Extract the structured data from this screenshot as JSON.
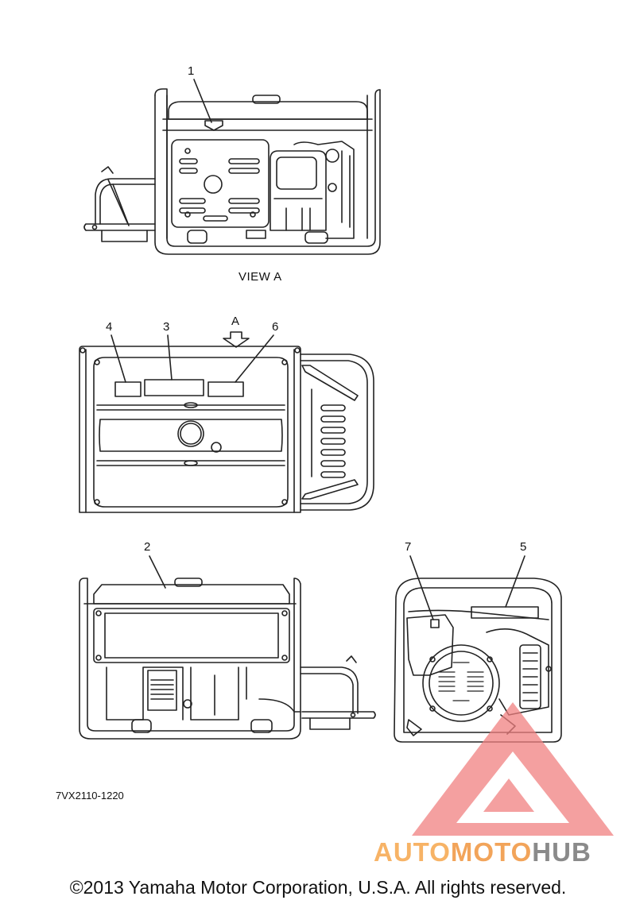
{
  "labels": {
    "callout_1": "1",
    "callout_2": "2",
    "callout_3": "3",
    "callout_4": "4",
    "callout_5": "5",
    "callout_6": "6",
    "callout_7": "7",
    "view_arrow": "A"
  },
  "view_caption": "VIEW A",
  "part_code": "7VX2110-1220",
  "copyright": "©2013 Yamaha Motor Corporation, U.S.A. All rights reserved.",
  "watermark": {
    "part1": "AUTO",
    "part2": "MOTO",
    "part3": "HUB",
    "colors": {
      "triangle": "#f08080",
      "auto": "#f7b366",
      "moto": "#f2a45a",
      "hub": "#8a8a8a"
    }
  }
}
